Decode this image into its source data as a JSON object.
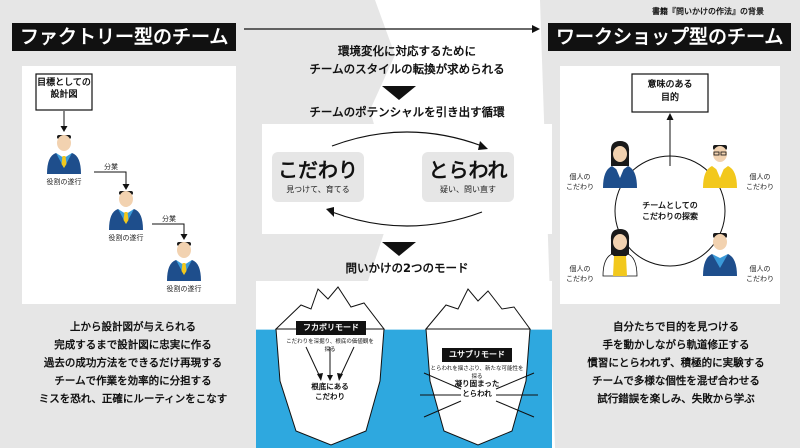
{
  "top_right": "書籍『問いかけの作法』の背景",
  "left": {
    "title": "ファクトリー型のチーム",
    "blueprint": "目標としての\n設計図",
    "arrow_label_1": "分業",
    "arrow_label_2": "分業",
    "role_label_1": "役割の遂行",
    "role_label_2": "役割の遂行",
    "role_label_3": "役割の遂行",
    "lines": [
      "上から設計図が与えられる",
      "完成するまで設計図に忠実に作る",
      "過去の成功方法をできるだけ再現する",
      "チームで作業を効率的に分担する",
      "ミスを恐れ、正確にルーティンをこなす"
    ]
  },
  "right": {
    "title": "ワークショップ型のチーム",
    "meaning": "意味のある\n目的",
    "individual_1": "個人の\nこだわり",
    "individual_2": "個人の\nこだわり",
    "individual_3": "個人の\nこだわり",
    "individual_4": "個人の\nこだわり",
    "center_label": "チームとしての\nこだわりの探索",
    "lines": [
      "自分たちで目的を見つける",
      "手を動かしながら軌道修正する",
      "慣習にとらわれず、積極的に実験する",
      "チームで多様な個性を混ぜ合わせる",
      "試行錯誤を楽しみ、失敗から学ぶ"
    ]
  },
  "center": {
    "intro": "環境変化に対応するために\nチームのスタイルの転換が求められる",
    "cycle_title": "チームのポテンシャルを引き出す循環",
    "kodawari": {
      "title": "こだわり",
      "sub": "見つけて、育てる"
    },
    "torawa": {
      "title": "とらわれ",
      "sub": "疑い、問い直す"
    },
    "modes_title": "問いかけの2つのモード",
    "fukabori": {
      "label": "フカボリモード",
      "desc": "こだわりを深掘り、根底の価値観を探る",
      "result": "根底にある\nこだわり"
    },
    "yusaburi": {
      "label": "ユサブリモード",
      "desc": "とらわれを揺さぶり、新たな可能性を探る",
      "result": "凝り固まった\nとらわれ"
    }
  },
  "colors": {
    "suit": "#1e4e8c",
    "shirt": "#3a9ad9",
    "skin": "#f2d2b0",
    "water": "#2ea8df",
    "yellow": "#f2c81d",
    "grey_bg": "#e6e6e6",
    "black": "#111111"
  }
}
